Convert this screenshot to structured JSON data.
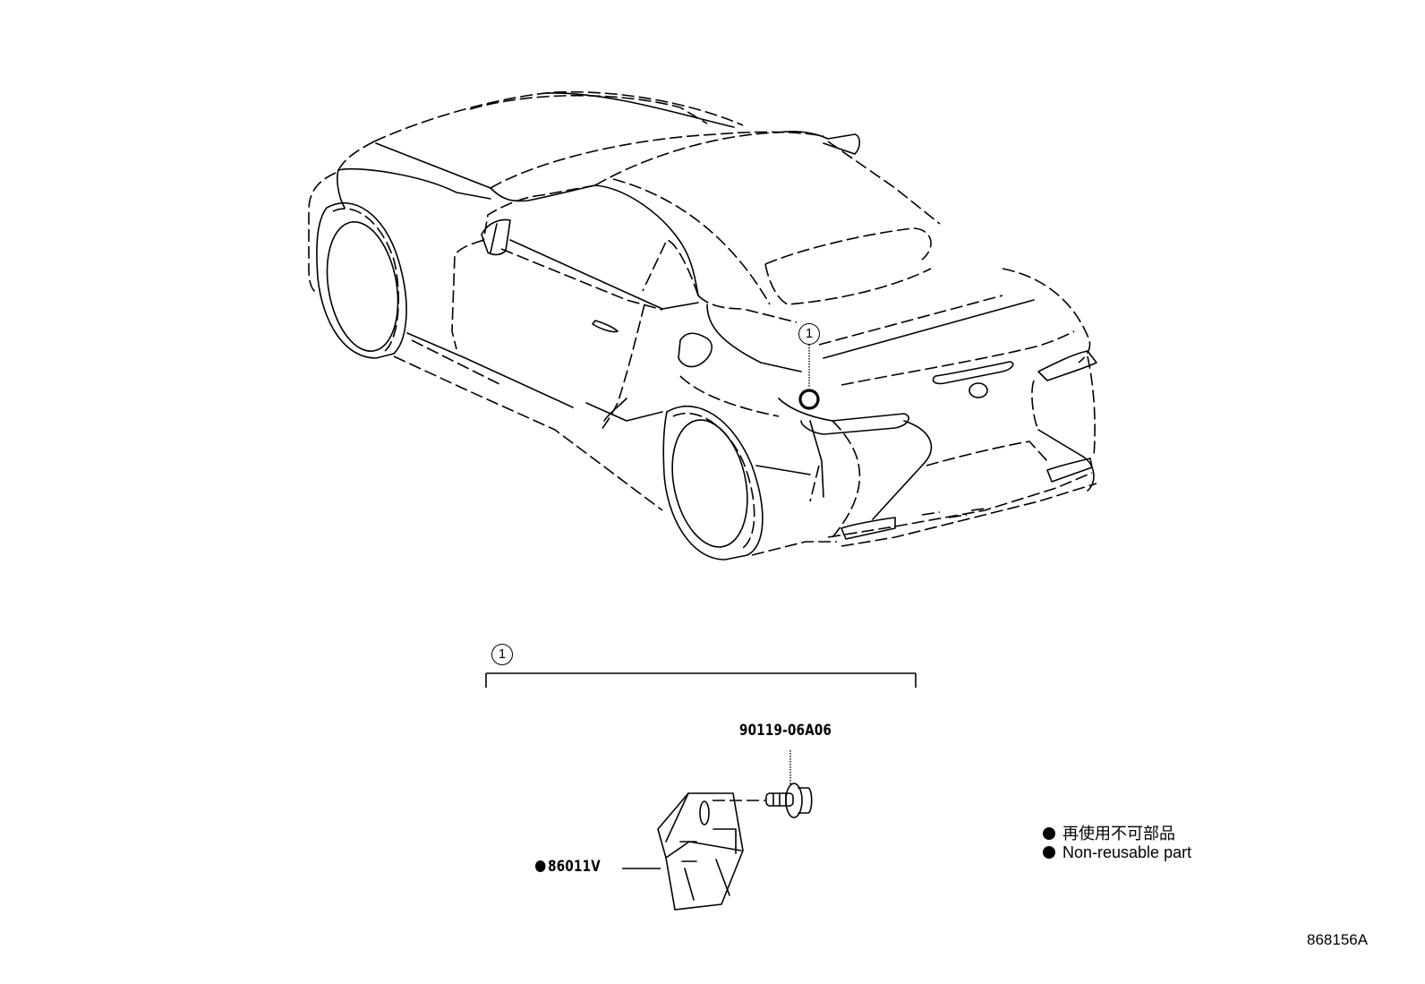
{
  "diagram": {
    "type": "parts-diagram",
    "view": "isometric rear-left view of coupe with part location callout",
    "callout_index": "1",
    "figure_number": "868156A"
  },
  "parts": [
    {
      "part_number": "90119-06A06",
      "non_reusable": false,
      "description_shape": "flange bolt"
    },
    {
      "part_number": "86011V",
      "non_reusable": true,
      "description_shape": "bracket / module block"
    }
  ],
  "legend": {
    "items": [
      {
        "symbol": "filled-circle",
        "text": "再使用不可部品"
      },
      {
        "symbol": "filled-circle",
        "text": "Non-reusable part"
      }
    ]
  }
}
